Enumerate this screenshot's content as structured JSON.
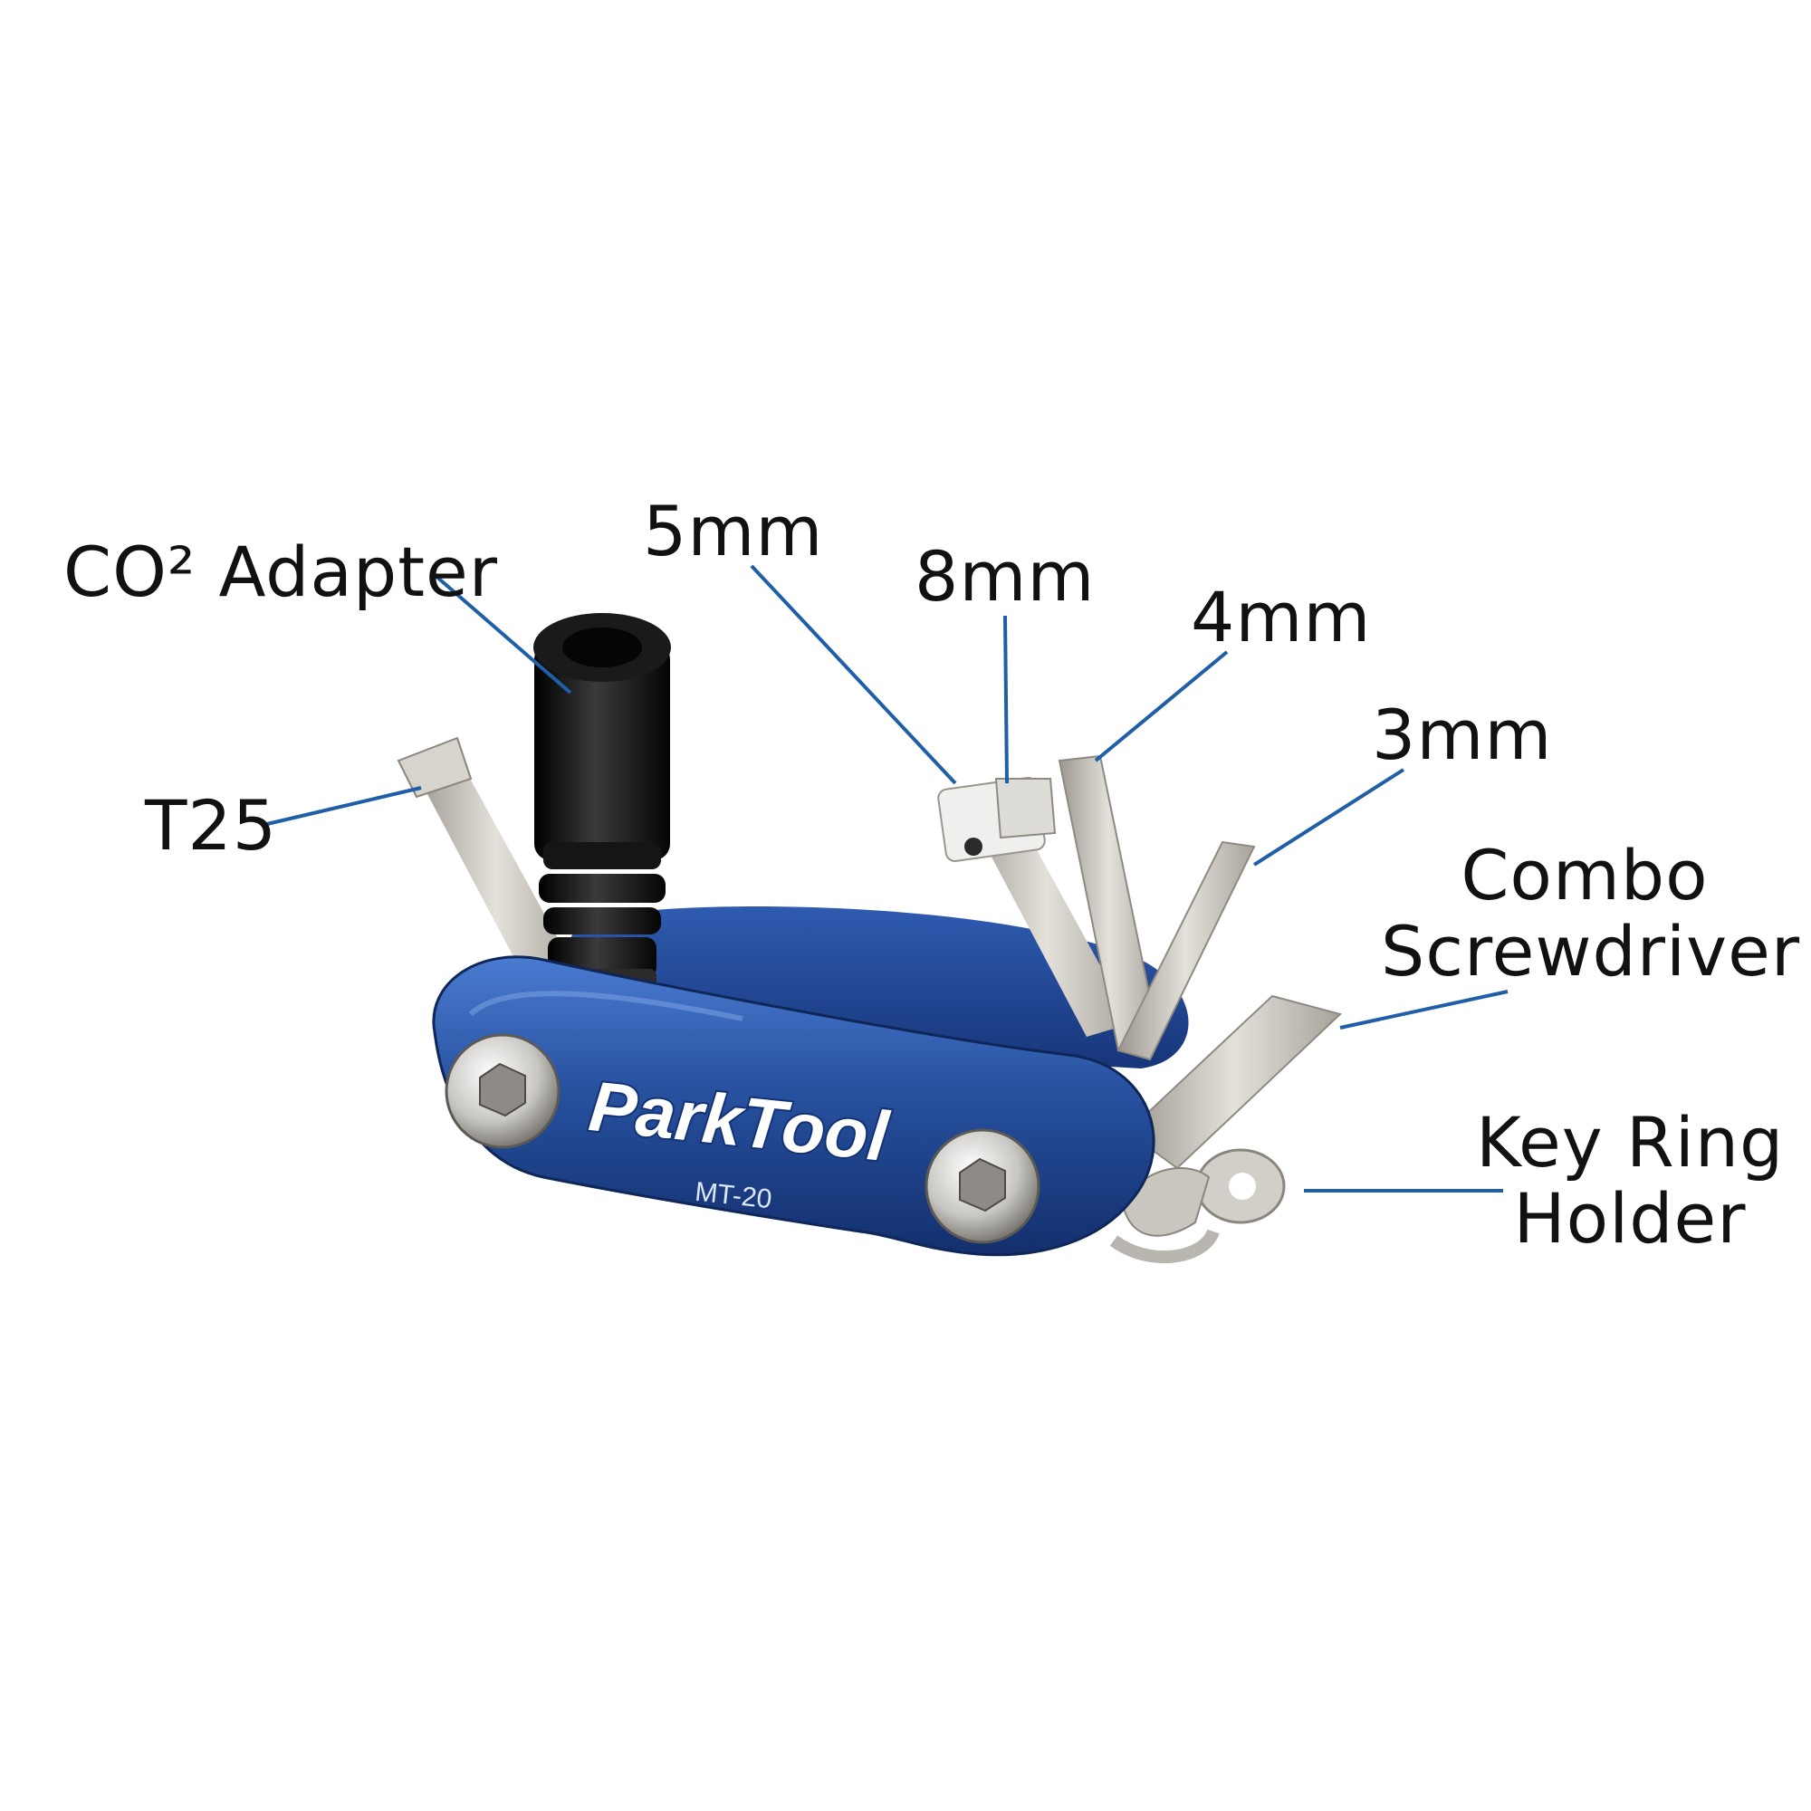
{
  "palette": {
    "leader": "#1f5fa8",
    "body_blue": "#22479a",
    "body_blue_light": "#3d6cc4",
    "steel": "#c9c6c0",
    "black": "#0c0c0c"
  },
  "tool": {
    "brand": "ParkTool",
    "model": "MT-20"
  },
  "callouts": [
    {
      "id": "co2",
      "lines": [
        "CO² Adapter"
      ]
    },
    {
      "id": "t25",
      "lines": [
        "T25"
      ]
    },
    {
      "id": "5mm",
      "lines": [
        "5mm"
      ]
    },
    {
      "id": "8mm",
      "lines": [
        "8mm"
      ]
    },
    {
      "id": "4mm",
      "lines": [
        "4mm"
      ]
    },
    {
      "id": "3mm",
      "lines": [
        "3mm"
      ]
    },
    {
      "id": "combo",
      "lines": [
        "Combo",
        "Screwdriver"
      ]
    },
    {
      "id": "keyring",
      "lines": [
        "Key Ring",
        "Holder"
      ]
    }
  ]
}
